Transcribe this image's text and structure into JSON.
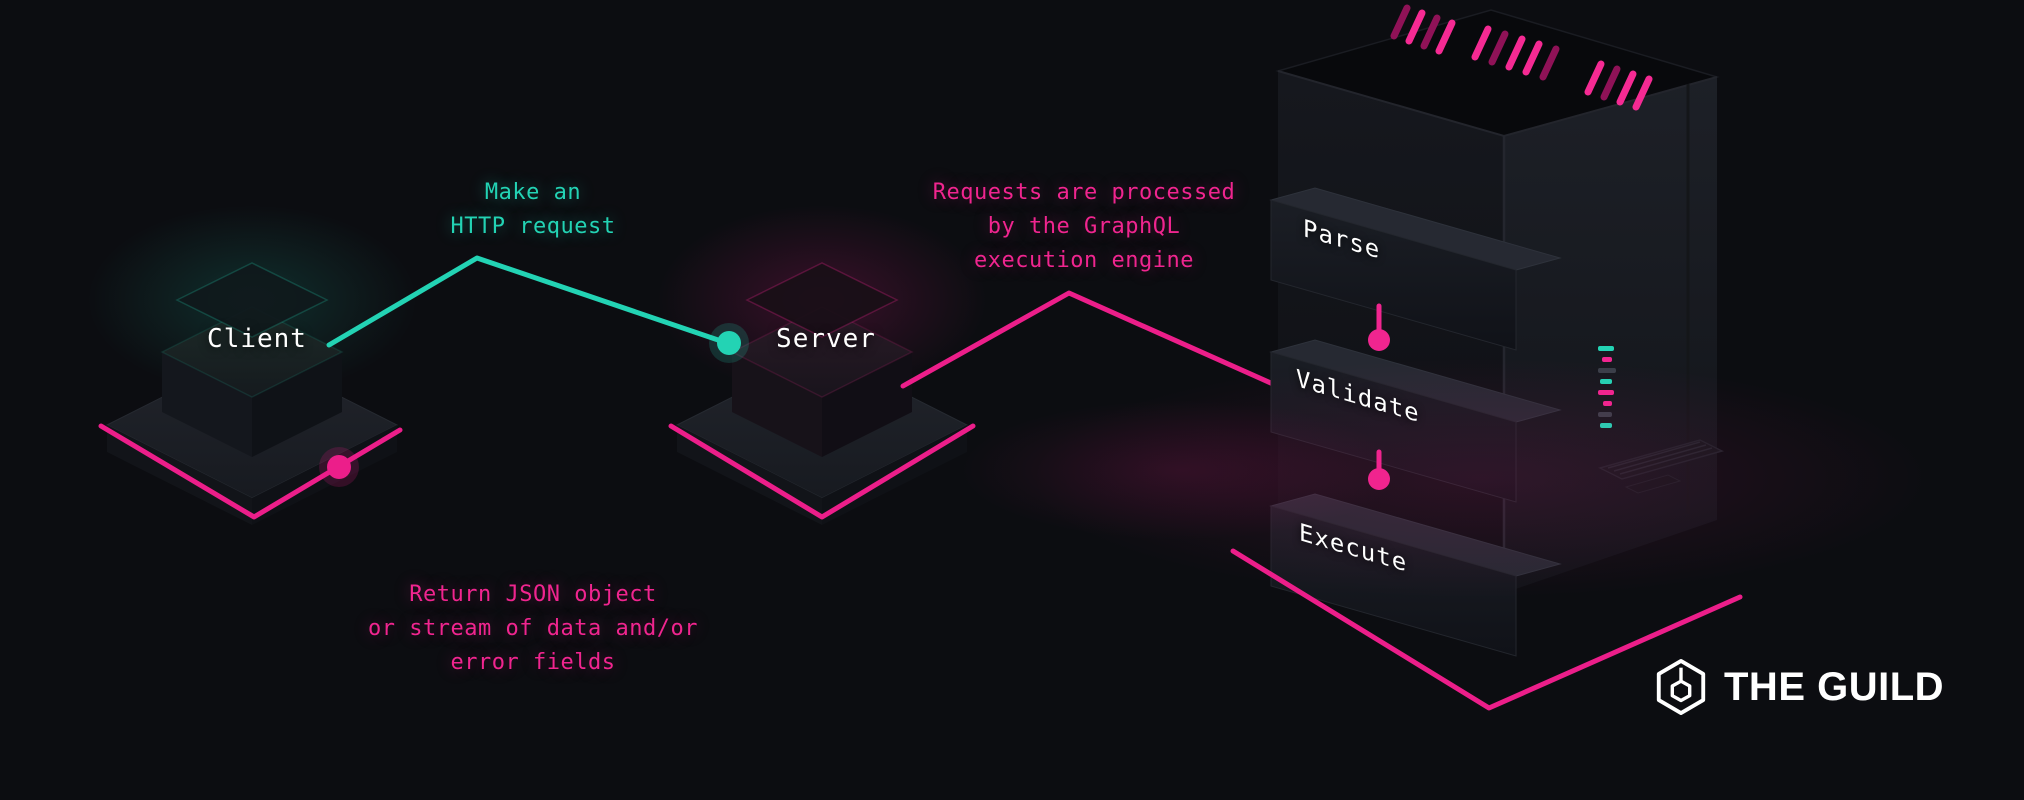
{
  "colors": {
    "background": "#0c0d11",
    "pink": "#ec1e8a",
    "teal": "#23d3b4",
    "white": "#ffffff"
  },
  "nodes": {
    "client": {
      "label": "Client"
    },
    "server": {
      "label": "Server"
    }
  },
  "annotations": {
    "request": {
      "lines": [
        "Make an",
        "HTTP request"
      ]
    },
    "processed": {
      "lines": [
        "Requests are processed",
        "by the GraphQL",
        "execution engine"
      ]
    },
    "response": {
      "lines": [
        "Return JSON object",
        "or stream of data and/or",
        "error fields"
      ]
    }
  },
  "engine_steps": [
    {
      "label": "Parse"
    },
    {
      "label": "Validate"
    },
    {
      "label": "Execute"
    }
  ],
  "logo": {
    "text": "THE GUILD"
  }
}
